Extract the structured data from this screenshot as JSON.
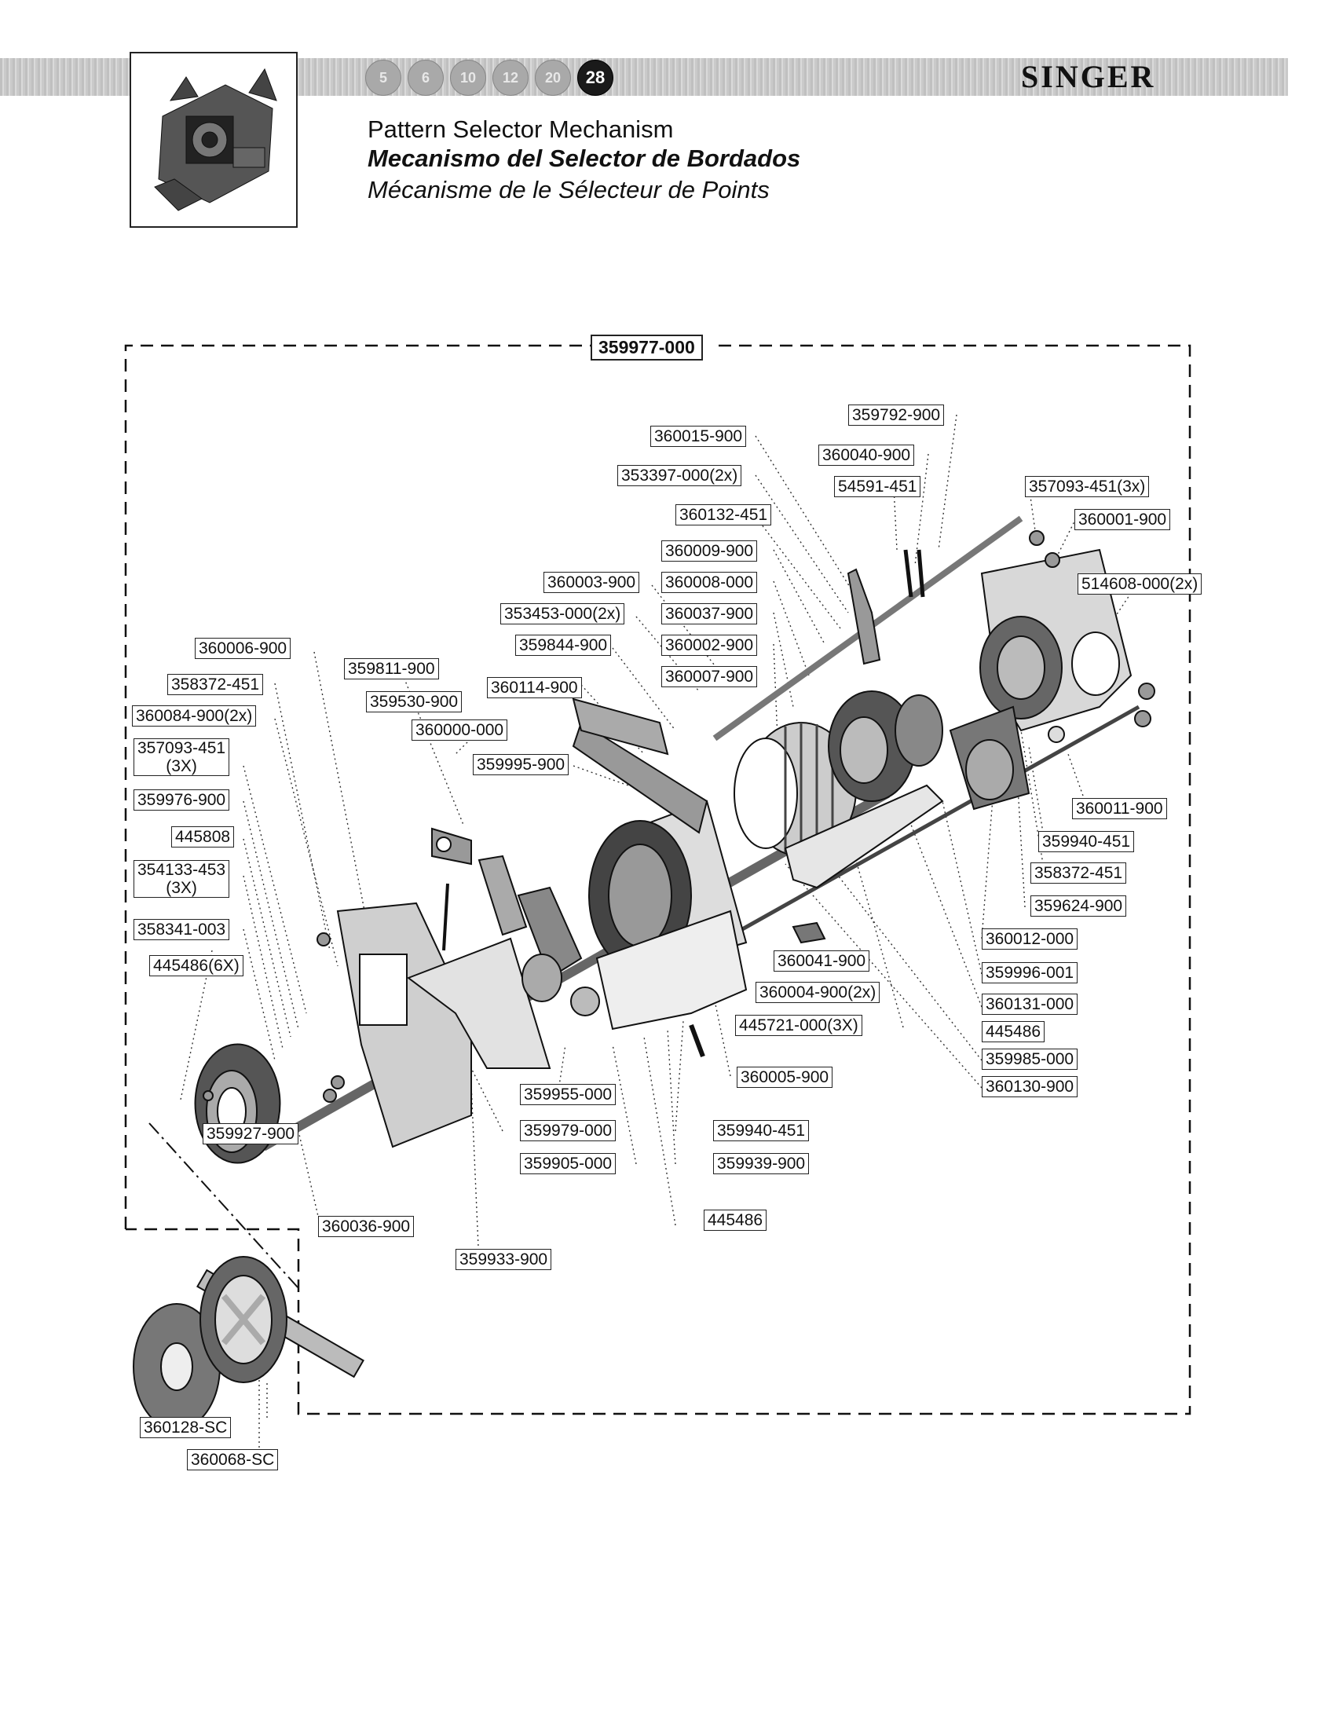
{
  "header": {
    "brand": "SINGER",
    "page_circles": [
      "5",
      "6",
      "10",
      "12",
      "20",
      "28"
    ],
    "active_circle": "28",
    "title_en": "Pattern Selector Mechanism",
    "title_es": "Mecanismo del Selector de Bordados",
    "title_fr": "Mécanisme de le Sélecteur de Points"
  },
  "assembly": {
    "main_part": "359977-000"
  },
  "parts": {
    "p359792": "359792-900",
    "p360015": "360015-900",
    "p360040": "360040-900",
    "p353397": "353397-000(2x)",
    "p54591": "54591-451",
    "p357093a": "357093-451(3x)",
    "p360132": "360132-451",
    "p360001": "360001-900",
    "p360009": "360009-900",
    "p360003": "360003-900",
    "p360008": "360008-000",
    "p514608": "514608-000(2x)",
    "p353453": "353453-000(2x)",
    "p360037": "360037-900",
    "p360006": "360006-900",
    "p359844": "359844-900",
    "p360002": "360002-900",
    "p359811": "359811-900",
    "p358372a": "358372-451",
    "p360114": "360114-900",
    "p360007": "360007-900",
    "p359530": "359530-900",
    "p360084": "360084-900(2x)",
    "p360000": "360000-000",
    "p357093b_1": "357093-451",
    "p357093b_2": "(3X)",
    "p359995": "359995-900",
    "p359976": "359976-900",
    "p360011": "360011-900",
    "p445808": "445808",
    "p359940a": "359940-451",
    "p354133_1": "354133-453",
    "p354133_2": "(3X)",
    "p358372b": "358372-451",
    "p359624": "359624-900",
    "p358341": "358341-003",
    "p360012": "360012-000",
    "p445486a": "445486(6X)",
    "p360041": "360041-900",
    "p359996": "359996-001",
    "p360004": "360004-900(2x)",
    "p360131": "360131-000",
    "p445721": "445721-000(3X)",
    "p445486b": "445486",
    "p359985": "359985-000",
    "p360005": "360005-900",
    "p360130": "360130-900",
    "p359955": "359955-000",
    "p359927": "359927-900",
    "p359979": "359979-000",
    "p359940b": "359940-451",
    "p359905": "359905-000",
    "p359939": "359939-900",
    "p445486c": "445486",
    "p360036": "360036-900",
    "p359933": "359933-900",
    "p360128": "360128-SC",
    "p360068": "360068-SC"
  }
}
